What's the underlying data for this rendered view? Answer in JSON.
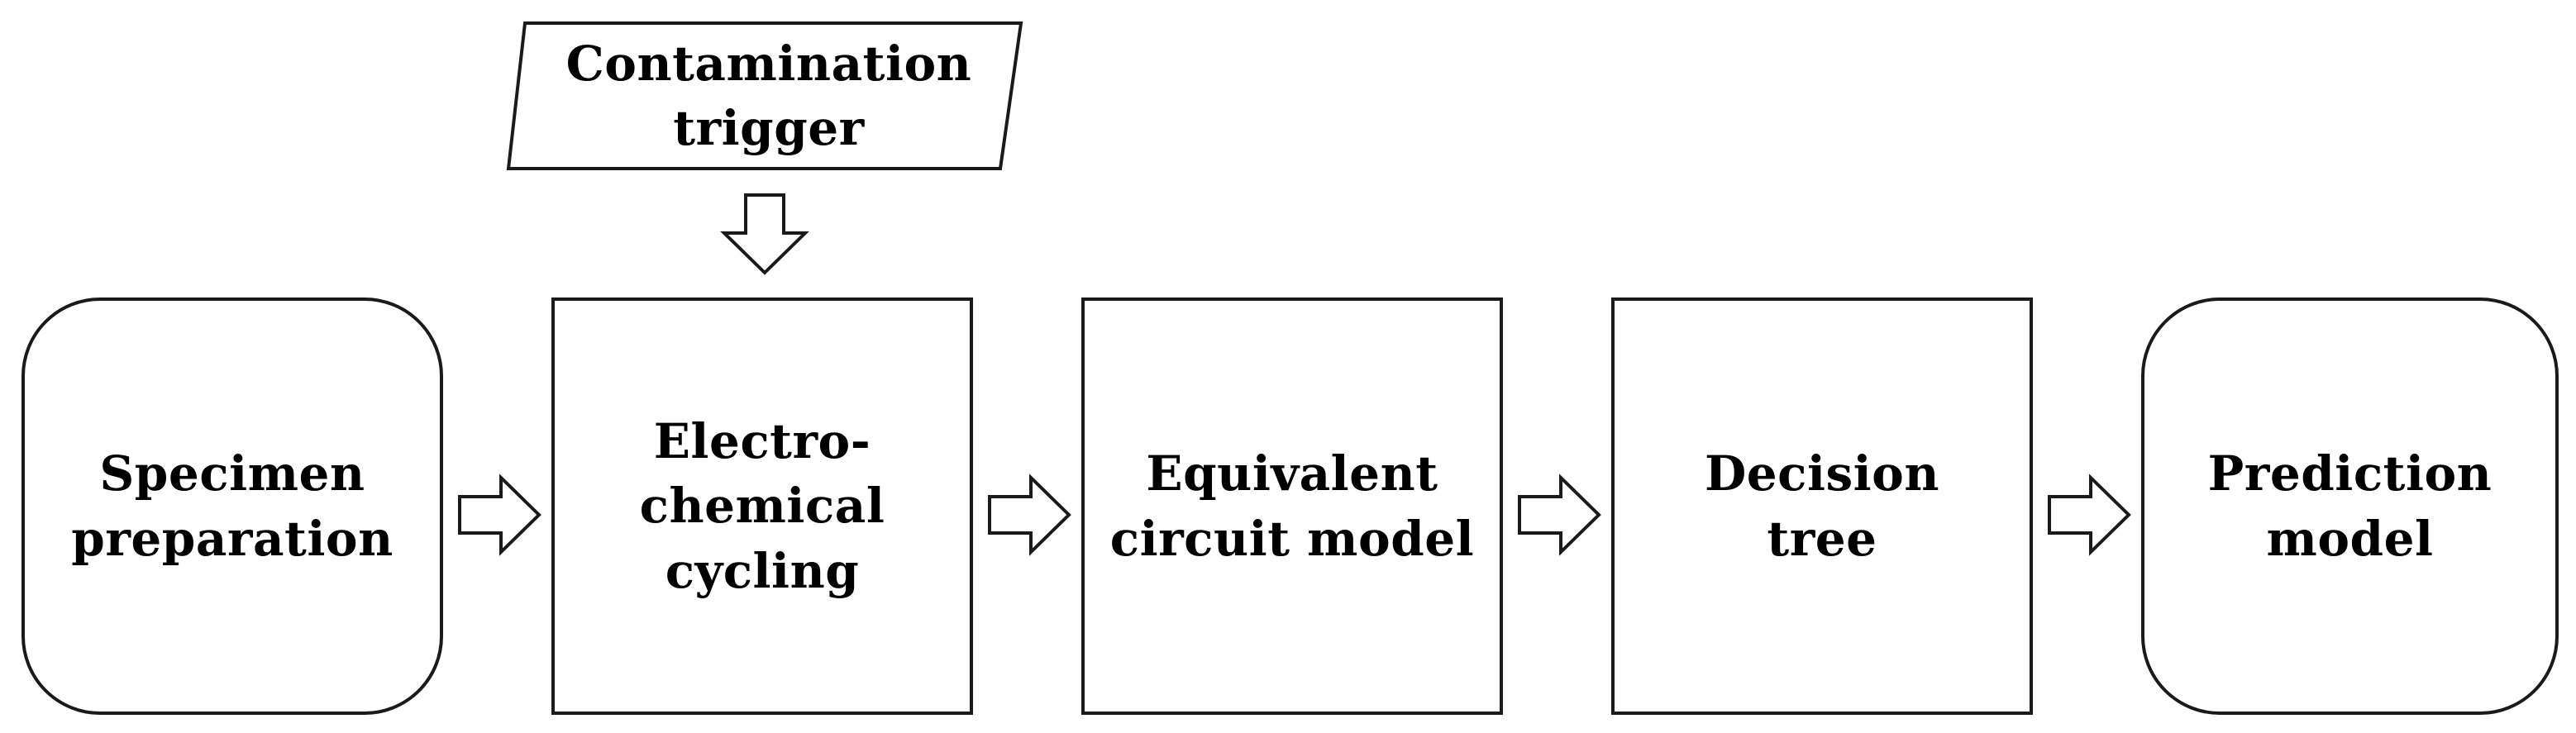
{
  "diagram": {
    "input": {
      "lines": [
        "Contamination",
        "trigger"
      ]
    },
    "steps": [
      {
        "lines": [
          "Specimen",
          "preparation"
        ]
      },
      {
        "lines": [
          "Electro-",
          "chemical",
          "cycling"
        ]
      },
      {
        "lines": [
          "Equivalent",
          "circuit model"
        ]
      },
      {
        "lines": [
          "Decision",
          "tree"
        ]
      },
      {
        "lines": [
          "Prediction",
          "model"
        ]
      }
    ],
    "stroke_color": "#1a1a1a",
    "fill_color": "#ffffff"
  }
}
